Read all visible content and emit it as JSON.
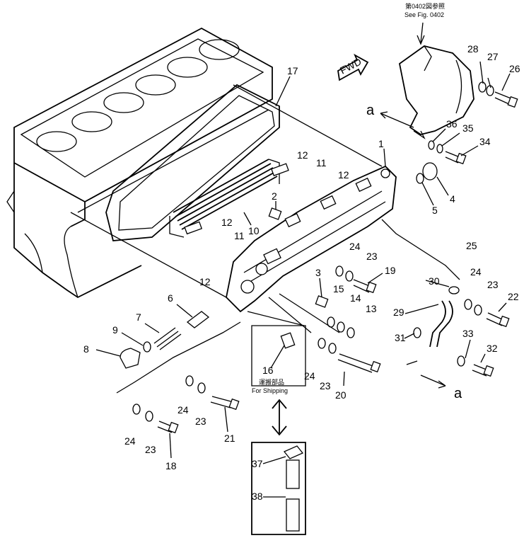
{
  "refs": {
    "fig_ref_jp": "第0402図参照",
    "fig_ref_en": "See Fig. 0402",
    "fwd_label": "FWD",
    "shipping_jp": "運搬部品",
    "shipping_en": "For Shipping",
    "view_a_top": "a",
    "view_a_bottom": "a"
  },
  "callouts": [
    {
      "id": "c1",
      "text": "1"
    },
    {
      "id": "c2",
      "text": "2"
    },
    {
      "id": "c3",
      "text": "3"
    },
    {
      "id": "c4",
      "text": "4"
    },
    {
      "id": "c5",
      "text": "5"
    },
    {
      "id": "c6",
      "text": "6"
    },
    {
      "id": "c7",
      "text": "7"
    },
    {
      "id": "c8",
      "text": "8"
    },
    {
      "id": "c9",
      "text": "9"
    },
    {
      "id": "c10",
      "text": "10"
    },
    {
      "id": "c11a",
      "text": "11"
    },
    {
      "id": "c11b",
      "text": "11"
    },
    {
      "id": "c12a",
      "text": "12"
    },
    {
      "id": "c12b",
      "text": "12"
    },
    {
      "id": "c12c",
      "text": "12"
    },
    {
      "id": "c12d",
      "text": "12"
    },
    {
      "id": "c13",
      "text": "13"
    },
    {
      "id": "c14",
      "text": "14"
    },
    {
      "id": "c15",
      "text": "15"
    },
    {
      "id": "c16",
      "text": "16"
    },
    {
      "id": "c17",
      "text": "17"
    },
    {
      "id": "c18",
      "text": "18"
    },
    {
      "id": "c19",
      "text": "19"
    },
    {
      "id": "c20",
      "text": "20"
    },
    {
      "id": "c21",
      "text": "21"
    },
    {
      "id": "c22",
      "text": "22"
    },
    {
      "id": "c23a",
      "text": "23"
    },
    {
      "id": "c23b",
      "text": "23"
    },
    {
      "id": "c23c",
      "text": "23"
    },
    {
      "id": "c23d",
      "text": "23"
    },
    {
      "id": "c23e",
      "text": "23"
    },
    {
      "id": "c24a",
      "text": "24"
    },
    {
      "id": "c24b",
      "text": "24"
    },
    {
      "id": "c24c",
      "text": "24"
    },
    {
      "id": "c24d",
      "text": "24"
    },
    {
      "id": "c24e",
      "text": "24"
    },
    {
      "id": "c25",
      "text": "25"
    },
    {
      "id": "c26",
      "text": "26"
    },
    {
      "id": "c27",
      "text": "27"
    },
    {
      "id": "c28",
      "text": "28"
    },
    {
      "id": "c29",
      "text": "29"
    },
    {
      "id": "c30",
      "text": "30"
    },
    {
      "id": "c31",
      "text": "31"
    },
    {
      "id": "c32",
      "text": "32"
    },
    {
      "id": "c33",
      "text": "33"
    },
    {
      "id": "c34",
      "text": "34"
    },
    {
      "id": "c35",
      "text": "35"
    },
    {
      "id": "c36",
      "text": "36"
    },
    {
      "id": "c37",
      "text": "37"
    },
    {
      "id": "c38",
      "text": "38"
    }
  ]
}
